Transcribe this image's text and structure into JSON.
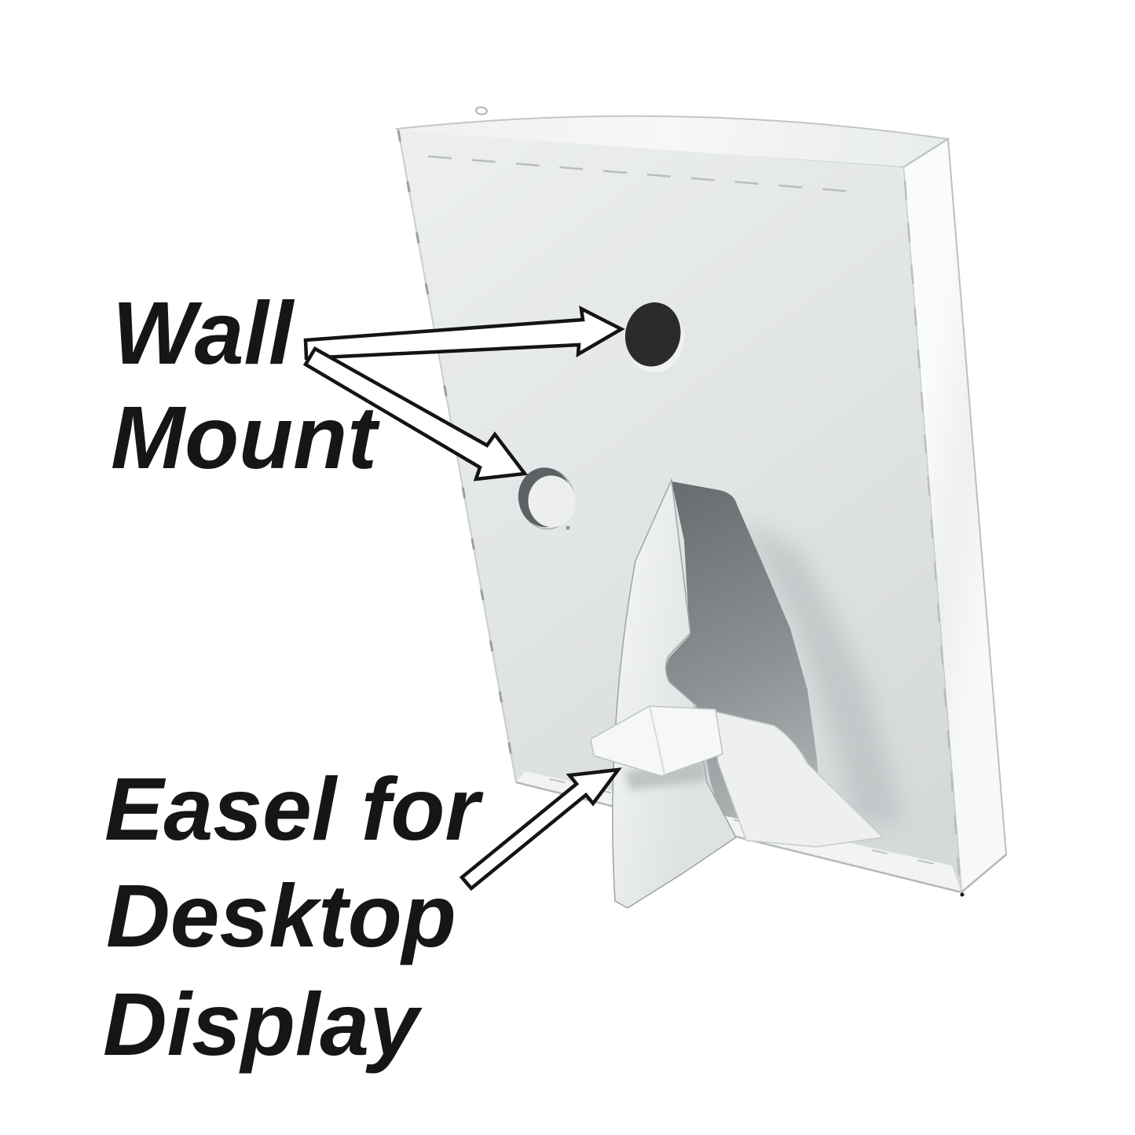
{
  "page": {
    "type": "annotated-product-photo",
    "subject": "back of a photo frame showing wall mount holes and fold-out cardboard easel",
    "background": "#ffffff"
  },
  "labels": {
    "wall_mount": {
      "line1": "Wall",
      "line2": "Mount"
    },
    "easel": {
      "line1": "Easel for",
      "line2": "Desktop",
      "line3": "Display"
    }
  },
  "colors": {
    "text": "#161616",
    "arrow_fill": "#ffffff",
    "arrow_outline": "#141414",
    "panel_light": "#eceeee",
    "panel_dark": "#d7dadb",
    "cutout_shadow_dark": "#6a6f71",
    "cutout_shadow_light": "#aeb3b5",
    "mount_hole": "#2b2b2b",
    "background": "#ffffff"
  },
  "features": {
    "wall_mount_hole_count": 2,
    "easel_parts": [
      "easel leg",
      "cross tab"
    ]
  }
}
